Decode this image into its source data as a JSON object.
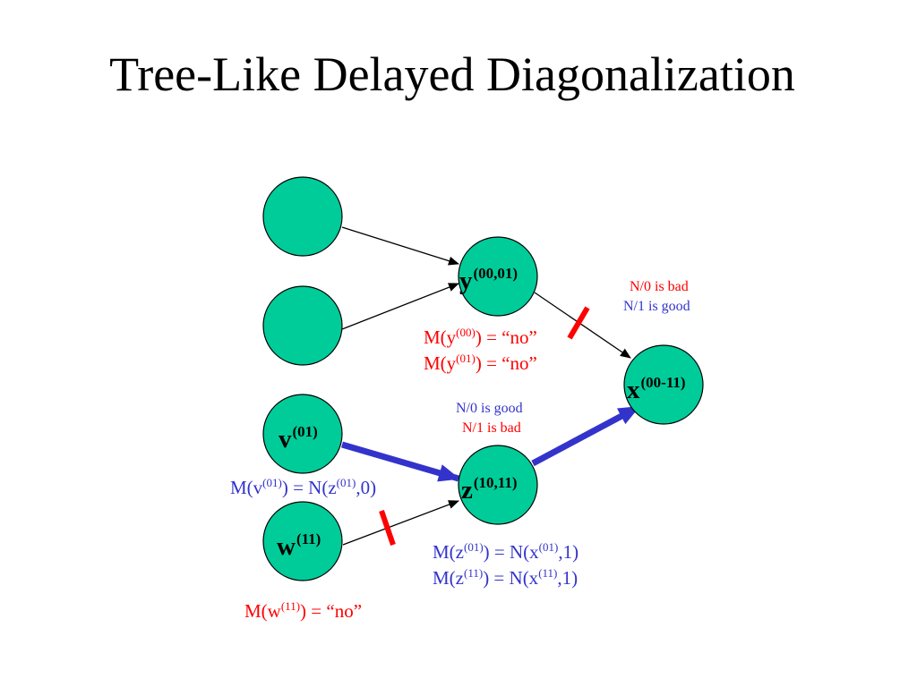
{
  "title": "Tree-Like Delayed Diagonalization",
  "colors": {
    "node_fill": "#00cc99",
    "red": "#ff0000",
    "blue": "#3333cc",
    "thick_arrow": "#3333cc"
  },
  "nodes": {
    "y": {
      "name": "y",
      "sup": "(00,01)"
    },
    "x": {
      "name": "x",
      "sup": "(00-11)"
    },
    "v": {
      "name": "v",
      "sup": "(01)"
    },
    "z": {
      "name": "z",
      "sup": "(10,11)"
    },
    "w": {
      "name": "w",
      "sup": "(11)"
    }
  },
  "notes": {
    "y_line1": {
      "pre": "M(y",
      "sup": "(00)",
      "post": ") = “no”"
    },
    "y_line2": {
      "pre": "M(y",
      "sup": "(01)",
      "post": ") = “no”"
    },
    "x_bad": "N/0 is bad",
    "x_good": "N/1 is good",
    "z_good": "N/0 is good",
    "z_bad": "N/1 is bad",
    "v_eq": {
      "pre": "M(v",
      "sup1": "(01)",
      "mid": ") = N(z",
      "sup2": "(01)",
      "post": ",0)"
    },
    "z_line1": {
      "pre": "M(z",
      "sup1": "(01)",
      "mid": ") = N(x",
      "sup2": "(01)",
      "post": ",1)"
    },
    "z_line2": {
      "pre": "M(z",
      "sup1": "(11)",
      "mid": ") = N(x",
      "sup2": "(11)",
      "post": ",1)"
    },
    "w_eq": {
      "pre": "M(w",
      "sup": "(11)",
      "post": ") = “no”"
    }
  }
}
